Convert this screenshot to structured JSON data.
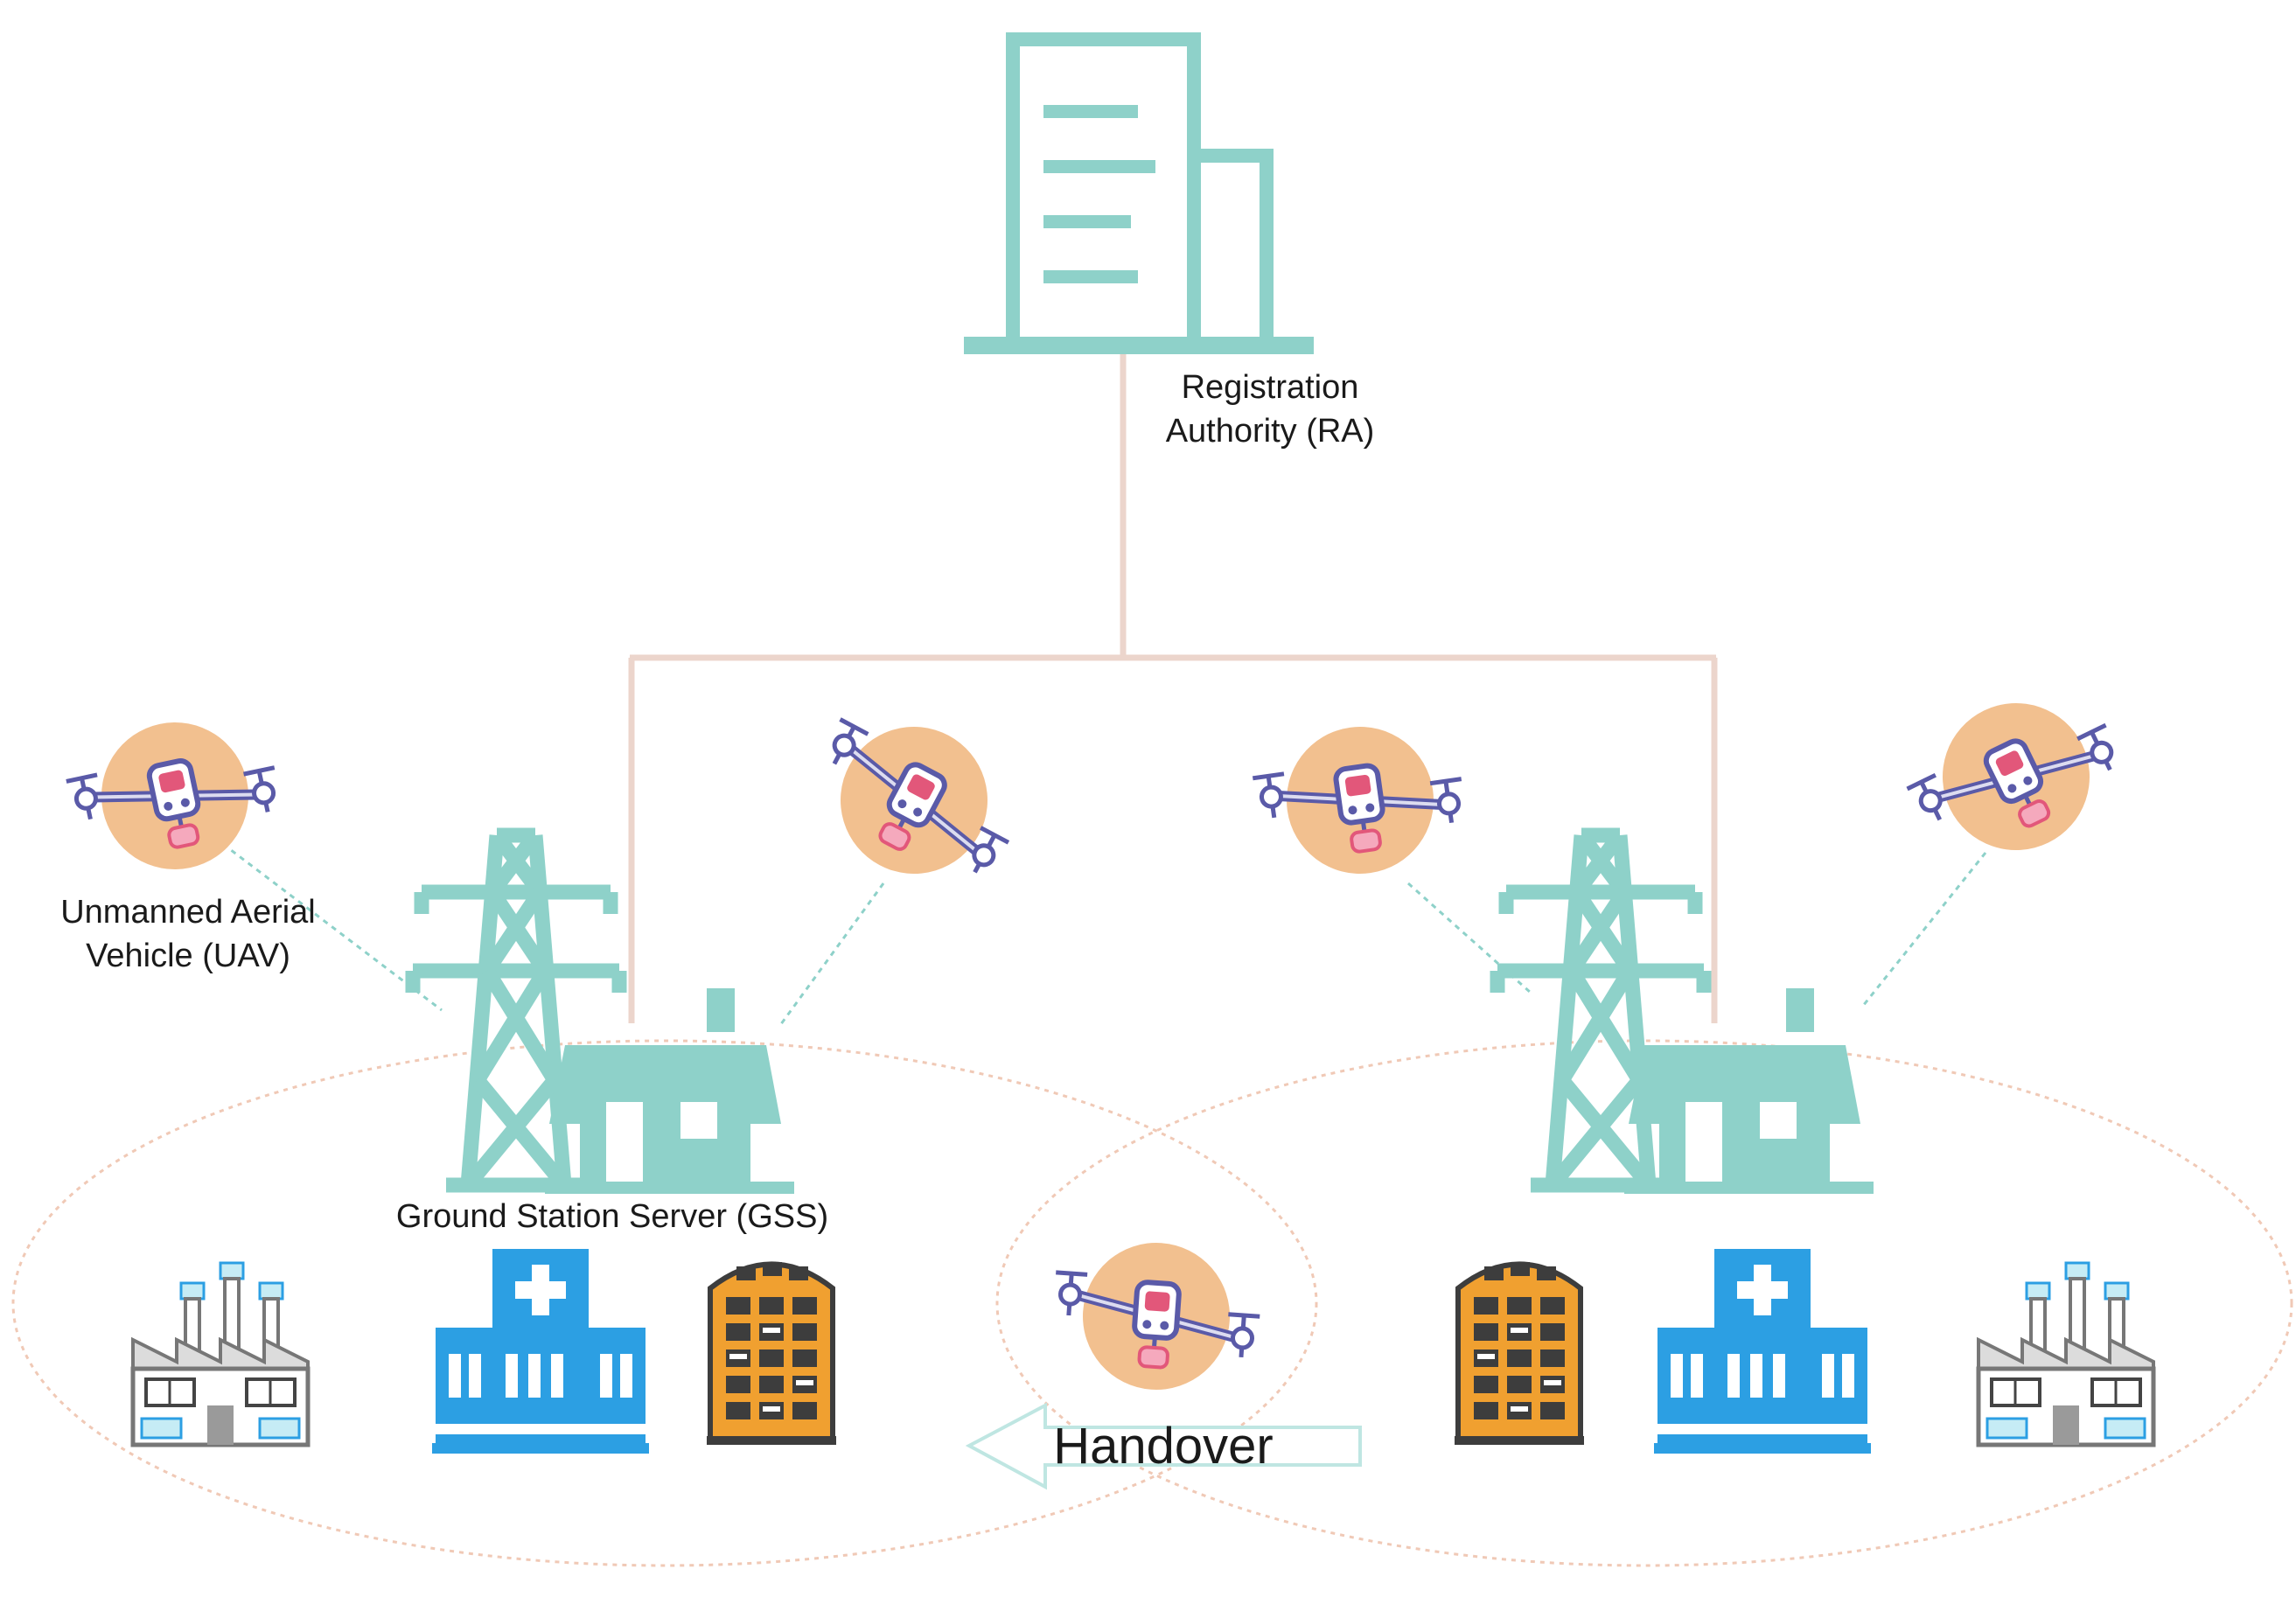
{
  "labels": {
    "ra_line1": "Registration",
    "ra_line2": "Authority (RA)",
    "uav_line1": "Unmanned Aerial",
    "uav_line2": "Vehicle (UAV)",
    "gss": "Ground Station Server (GSS)",
    "handover": "Handover"
  },
  "colors": {
    "teal": "#8ed1c9",
    "link_line": "#ecd5cc",
    "coverage_ring": "#f0c9b6",
    "drone_disc": "#f2c08f",
    "drone_body": "#5a5aa8",
    "drone_accent": "#e2577a",
    "hospital_blue": "#2c9fe3",
    "apartment_orange": "#f0a030",
    "apartment_dark": "#3d3d3d",
    "factory_gray": "#9a9a9a"
  },
  "icons": {
    "authority": "office-building-icon",
    "tower": "transmission-tower-icon",
    "station": "station-house-icon",
    "uav": "drone-icon",
    "hospital": "hospital-icon",
    "apartment": "apartment-building-icon",
    "factory": "factory-icon",
    "handover": "left-arrow-icon"
  }
}
